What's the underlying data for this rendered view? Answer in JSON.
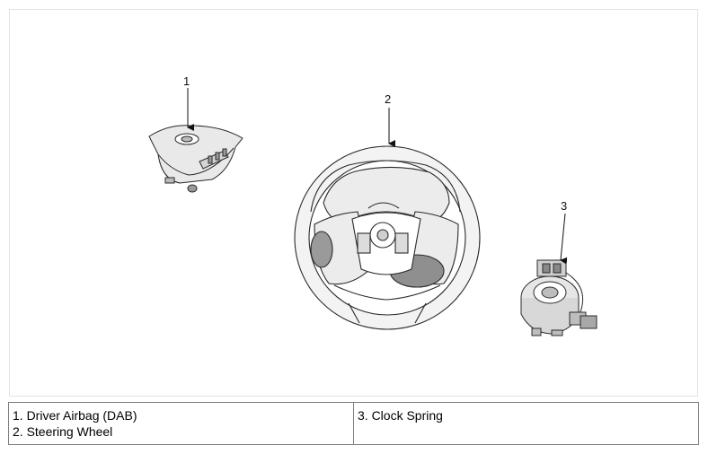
{
  "callouts": {
    "airbag": "1",
    "steering_wheel": "2",
    "clock_spring": "3"
  },
  "legend": {
    "left": [
      "1. Driver Airbag (DAB)",
      "2. Steering Wheel"
    ],
    "right": [
      "3. Clock Spring"
    ]
  },
  "colors": {
    "line": "#2a2a2a",
    "fill": "#ffffff",
    "shade": "#c9c9c9",
    "border": "#7d7d7d"
  }
}
